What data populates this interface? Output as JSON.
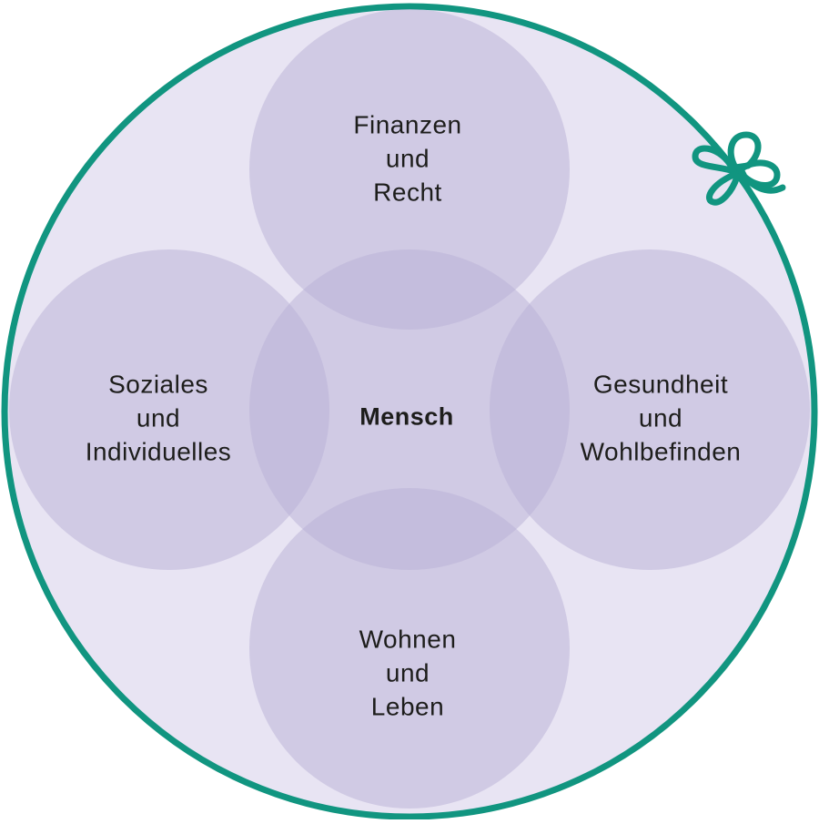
{
  "diagram": {
    "center": {
      "label": "Mensch"
    },
    "areas": {
      "top": {
        "lines": [
          "Finanzen",
          "und",
          "Recht"
        ]
      },
      "left": {
        "lines": [
          "Soziales",
          "und",
          "Individuelles"
        ]
      },
      "right": {
        "lines": [
          "Gesundheit",
          "und",
          "Wohlbefinden"
        ]
      },
      "bottom": {
        "lines": [
          "Wohnen",
          "und",
          "Leben"
        ]
      }
    }
  },
  "colors": {
    "outer_ring": "#119580",
    "outer_fill": "#e8e4f3",
    "circle_fill": "#b8afd6",
    "text": "#1d1d1b"
  },
  "icons": {
    "logo": "clover-icon"
  }
}
